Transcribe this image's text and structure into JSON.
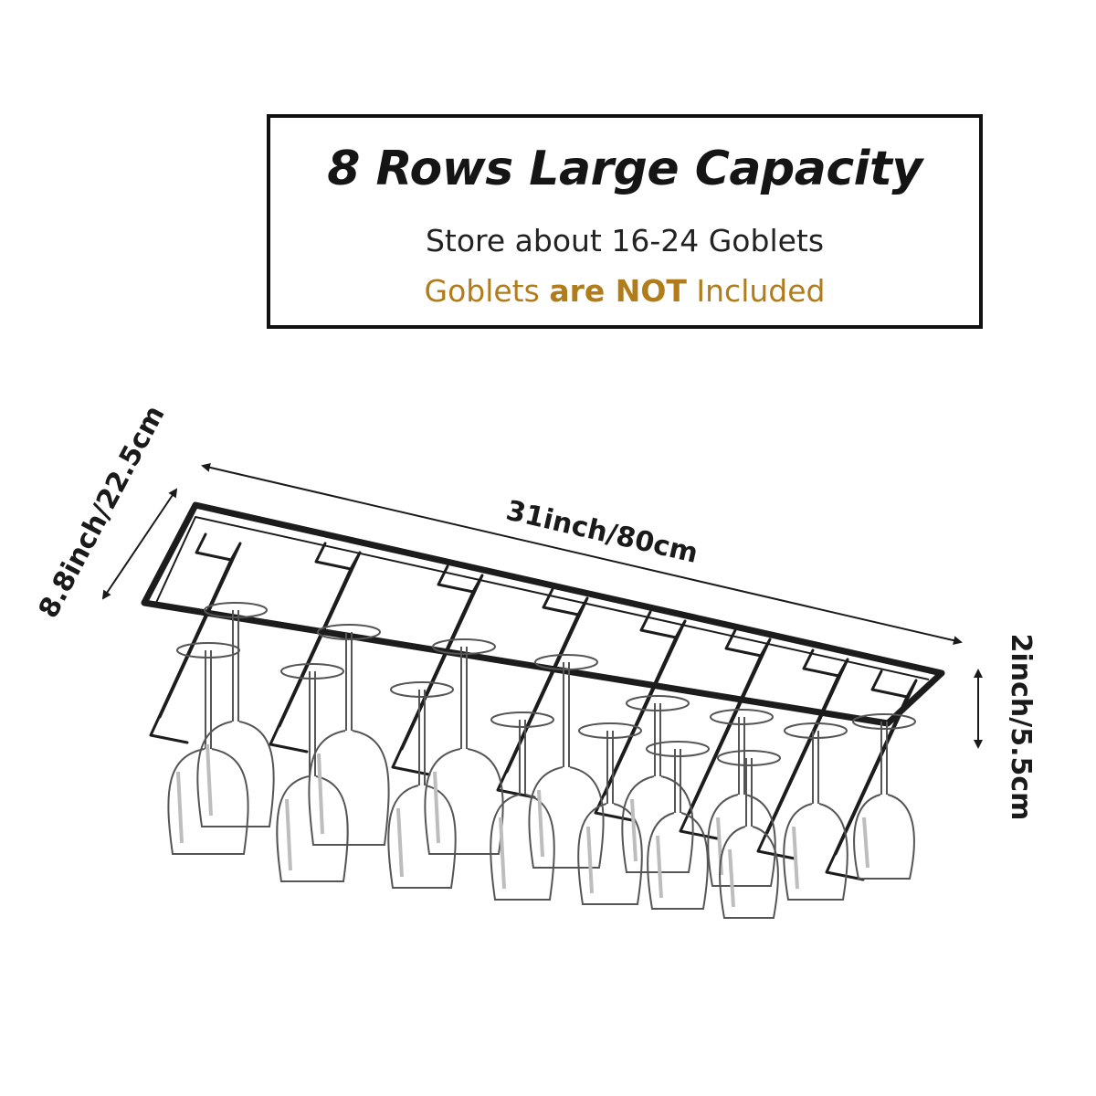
{
  "headline": "8 Rows Large Capacity",
  "capacity_text": "Store about 16-24 Goblets",
  "notice": {
    "part1": "Goblets ",
    "part2": "are NOT",
    "part3": " Included",
    "color": "#b07d1a"
  },
  "dimensions": {
    "length": "31inch/80cm",
    "width": "8.8inch/22.5cm",
    "height": "2inch/5.5cm"
  },
  "product": {
    "rows": 8,
    "frame_color": "#1c1c1c"
  }
}
